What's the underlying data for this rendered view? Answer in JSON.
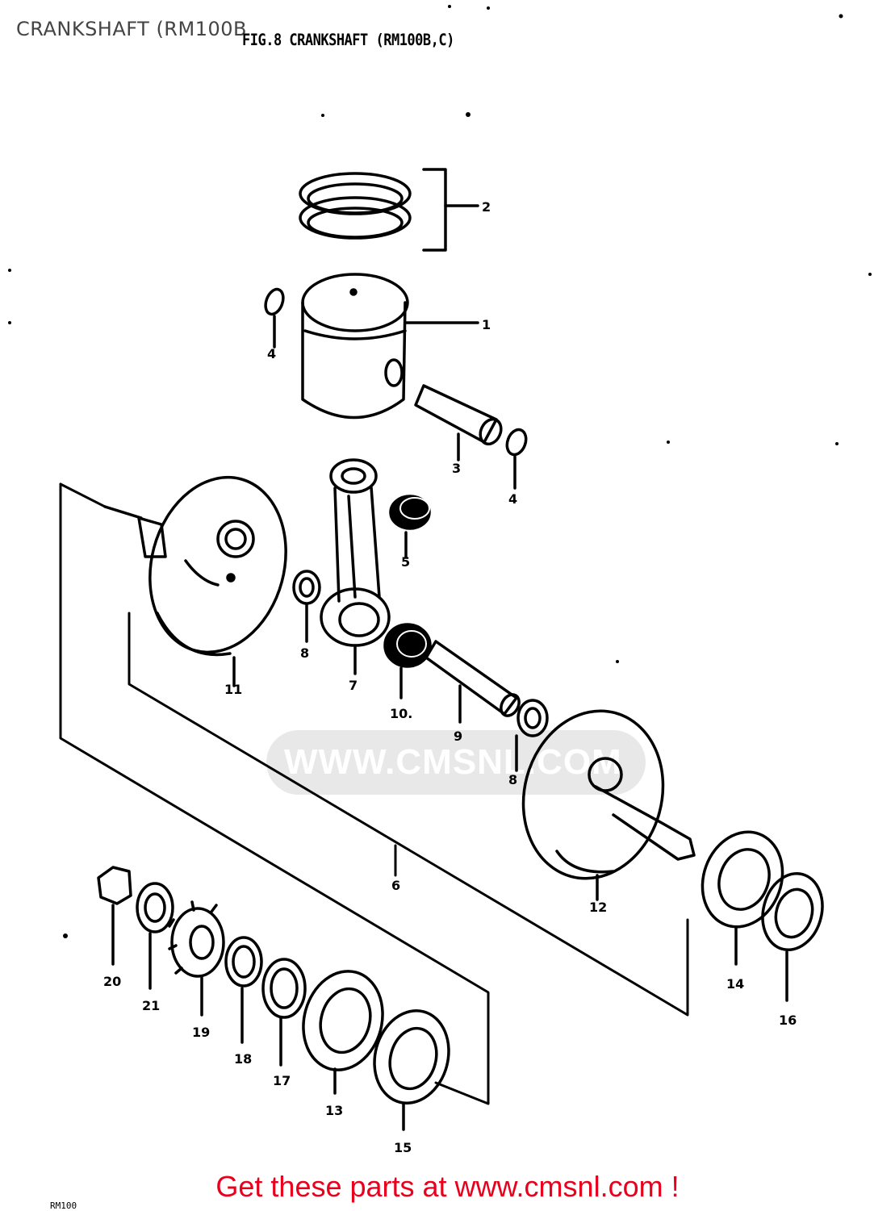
{
  "header": {
    "page_title": "CRANKSHAFT (RM100B",
    "figure_title": "FIG.8 CRANKSHAFT (RM100B,C)"
  },
  "watermark": {
    "text": "WWW.CMSNL.COM"
  },
  "diagram": {
    "callouts": [
      "1",
      "2",
      "3",
      "4",
      "4",
      "5",
      "6",
      "7",
      "8",
      "8",
      "9",
      "10.",
      "11",
      "12",
      "13",
      "14",
      "15",
      "16",
      "17",
      "18",
      "19",
      "20",
      "21"
    ]
  },
  "footer": {
    "cta": "Get these parts at www.cmsnl.com !",
    "code": "RM100"
  },
  "colors": {
    "cta": "#e8001c",
    "line_art": "#000000",
    "watermark": "#e6e6e6"
  }
}
